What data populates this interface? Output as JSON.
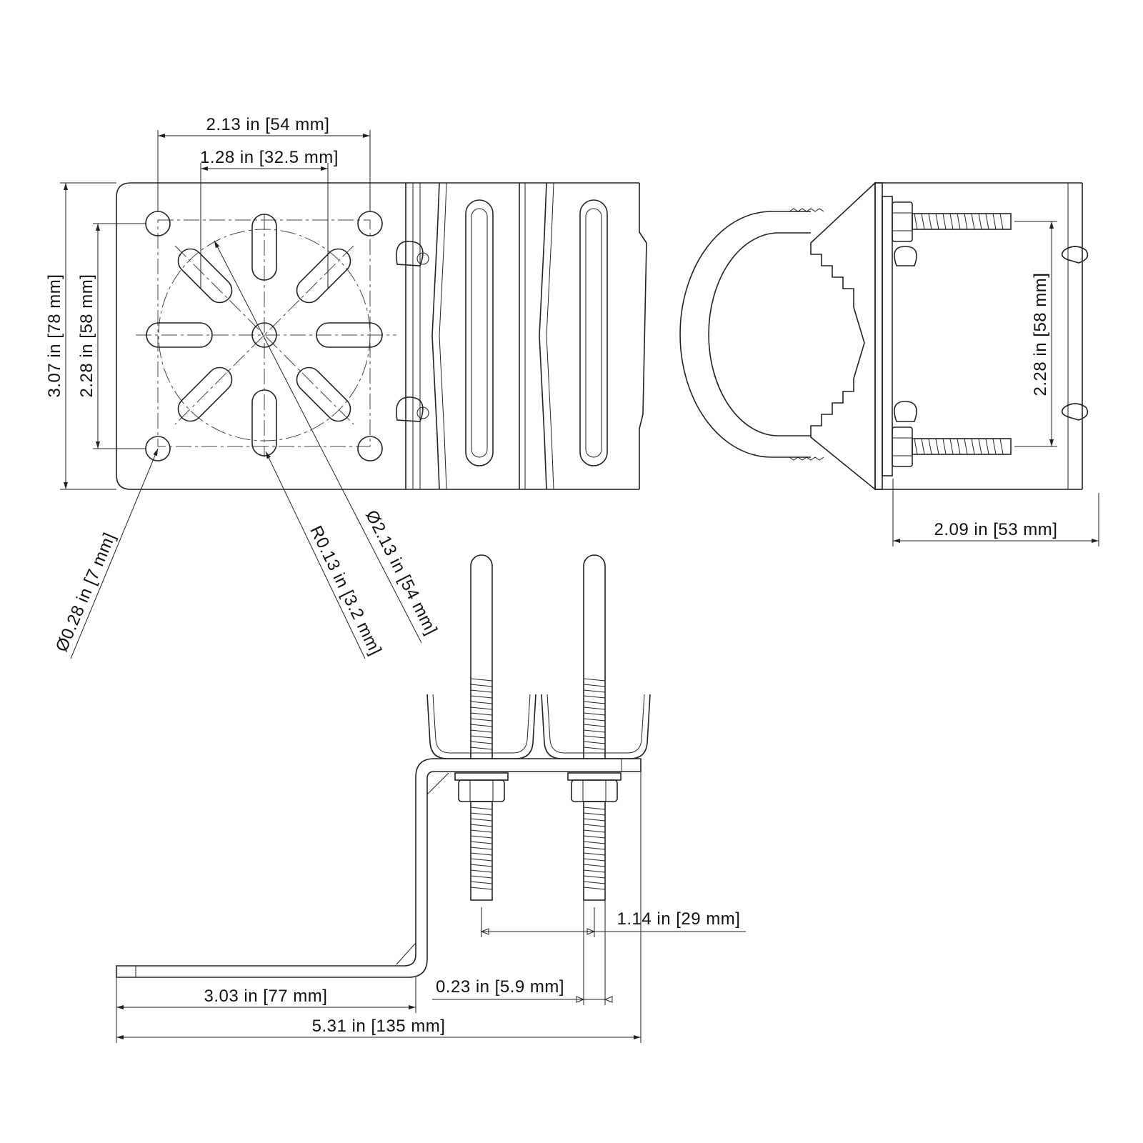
{
  "drawing": {
    "colors": {
      "line": "#222222",
      "background": "#ffffff"
    },
    "front_view": {
      "top_hole_spacing": "2.13 in [54 mm]",
      "slot_spacing": "1.28 in [32.5 mm]",
      "height": "3.07 in [78 mm]",
      "hole_vertical_spacing": "2.28 in [58 mm]",
      "hole_diameter": "Ø0.28 in [7 mm]",
      "slot_radius": "R0.13 in [3.2 mm]",
      "bolt_circle_diameter": "Ø2.13 in [54 mm]"
    },
    "side_view": {
      "bolt_spacing": "2.28 in [58 mm]",
      "depth": "2.09 in [53 mm]"
    },
    "bottom_view": {
      "bolt_center_spacing": "1.14 in [29 mm]",
      "bolt_diameter": "0.23 in [5.9 mm]",
      "base_length": "3.03 in [77 mm]",
      "overall_length": "5.31 in [135 mm]"
    }
  }
}
